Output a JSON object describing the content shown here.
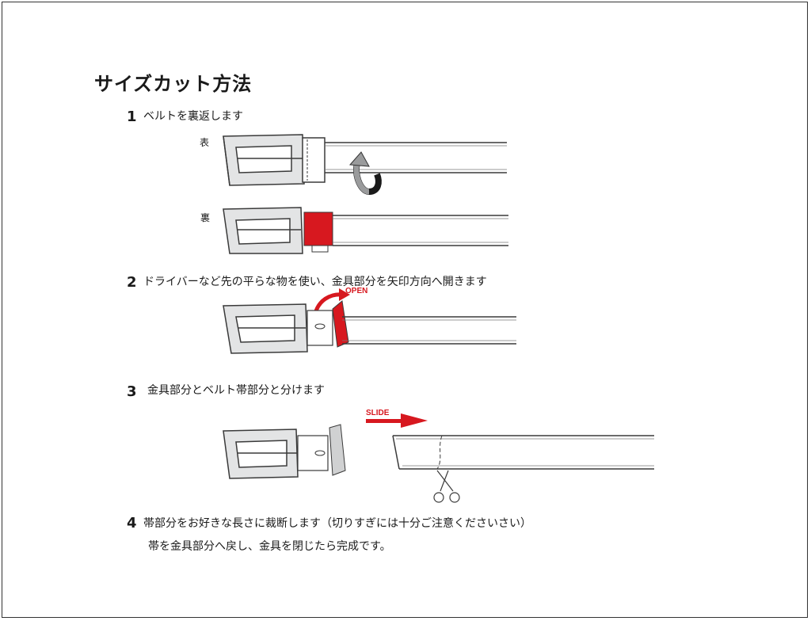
{
  "title": "サイズカット方法",
  "steps": [
    {
      "num": "1",
      "text": "ベルトを裏返します",
      "labels": {
        "front": "表",
        "back": "裏"
      }
    },
    {
      "num": "2",
      "text": "ドライバーなど先の平らな物を使い、金具部分を矢印方向へ開きます",
      "badge": "OPEN"
    },
    {
      "num": "3",
      "text": "金具部分とベルト帯部分と分けます",
      "badge": "SLIDE"
    },
    {
      "num": "4",
      "text": "帯部分をお好きな長さに裁断します（切りすぎには十分ご注意くださいさい）",
      "text2": "帯を金具部分へ戻し、金具を閉じたら完成です。"
    }
  ],
  "colors": {
    "accent": "#d7181f",
    "metal": "#d9dadb",
    "line": "#3a3a3a"
  },
  "icons": [
    "rotate-arrow-icon",
    "open-arrow-icon",
    "slide-arrow-icon",
    "scissors-icon"
  ]
}
